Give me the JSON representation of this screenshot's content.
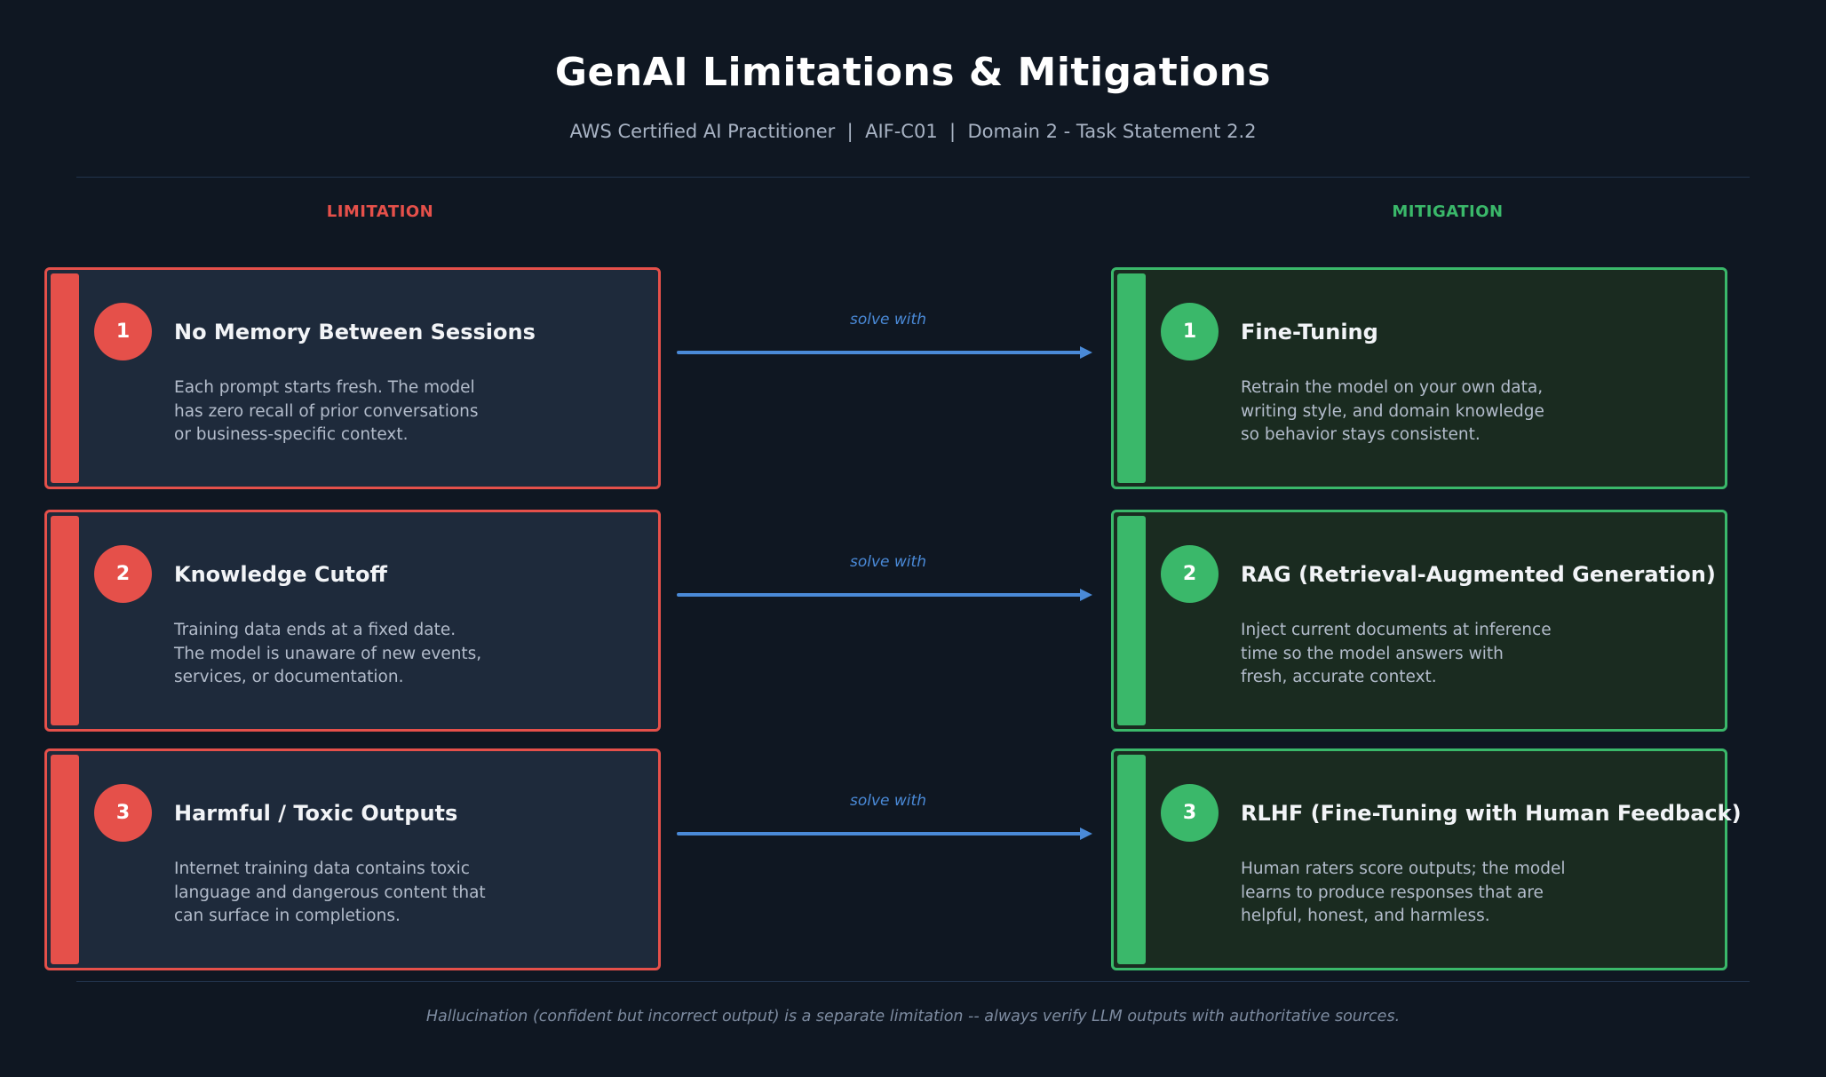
{
  "title": "GenAI Limitations & Mitigations",
  "subtitle": "AWS Certified AI Practitioner  |  AIF-C01  |  Domain 2 - Task Statement 2.2",
  "columns": {
    "limitation": "LIMITATION",
    "mitigation": "MITIGATION"
  },
  "colors": {
    "limitation": "#e5504a",
    "mitigation": "#3ab86a",
    "connector": "#4a8ad8",
    "background": "#0f1722"
  },
  "rows": [
    {
      "limitation": {
        "number": "1",
        "title": "No Memory Between Sessions",
        "description": "Each prompt starts fresh. The model\nhas zero recall of prior conversations\nor business-specific context."
      },
      "connector_label": "solve with",
      "mitigation": {
        "number": "1",
        "title": "Fine-Tuning",
        "description": "Retrain the model on your own data,\nwriting style, and domain knowledge\nso behavior stays consistent."
      }
    },
    {
      "limitation": {
        "number": "2",
        "title": "Knowledge Cutoff",
        "description": "Training data ends at a fixed date.\nThe model is unaware of new events,\nservices, or documentation."
      },
      "connector_label": "solve with",
      "mitigation": {
        "number": "2",
        "title": "RAG  (Retrieval-Augmented Generation)",
        "description": "Inject current documents at inference\ntime so the model answers with\nfresh, accurate context."
      }
    },
    {
      "limitation": {
        "number": "3",
        "title": "Harmful / Toxic Outputs",
        "description": "Internet training data contains toxic\nlanguage and dangerous content that\ncan surface in completions."
      },
      "connector_label": "solve with",
      "mitigation": {
        "number": "3",
        "title": "RLHF  (Fine-Tuning with Human Feedback)",
        "description": "Human raters score outputs; the model\nlearns to produce responses that are\nhelpful, honest, and harmless."
      }
    }
  ],
  "footnote": "Hallucination (confident but incorrect output) is a separate limitation -- always verify LLM outputs with authoritative sources."
}
